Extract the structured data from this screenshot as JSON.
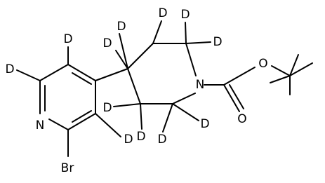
{
  "molecule": {
    "atoms": {
      "nitrogen_pyridine": "N",
      "bromine": "Br",
      "nitrogen_piperidine": "N",
      "oxygen_ester": "O",
      "oxygen_carbonyl": "O"
    },
    "deuterium_label": "D"
  },
  "colors": {
    "bond": "#000000",
    "label": "#000000",
    "background": "#ffffff"
  }
}
